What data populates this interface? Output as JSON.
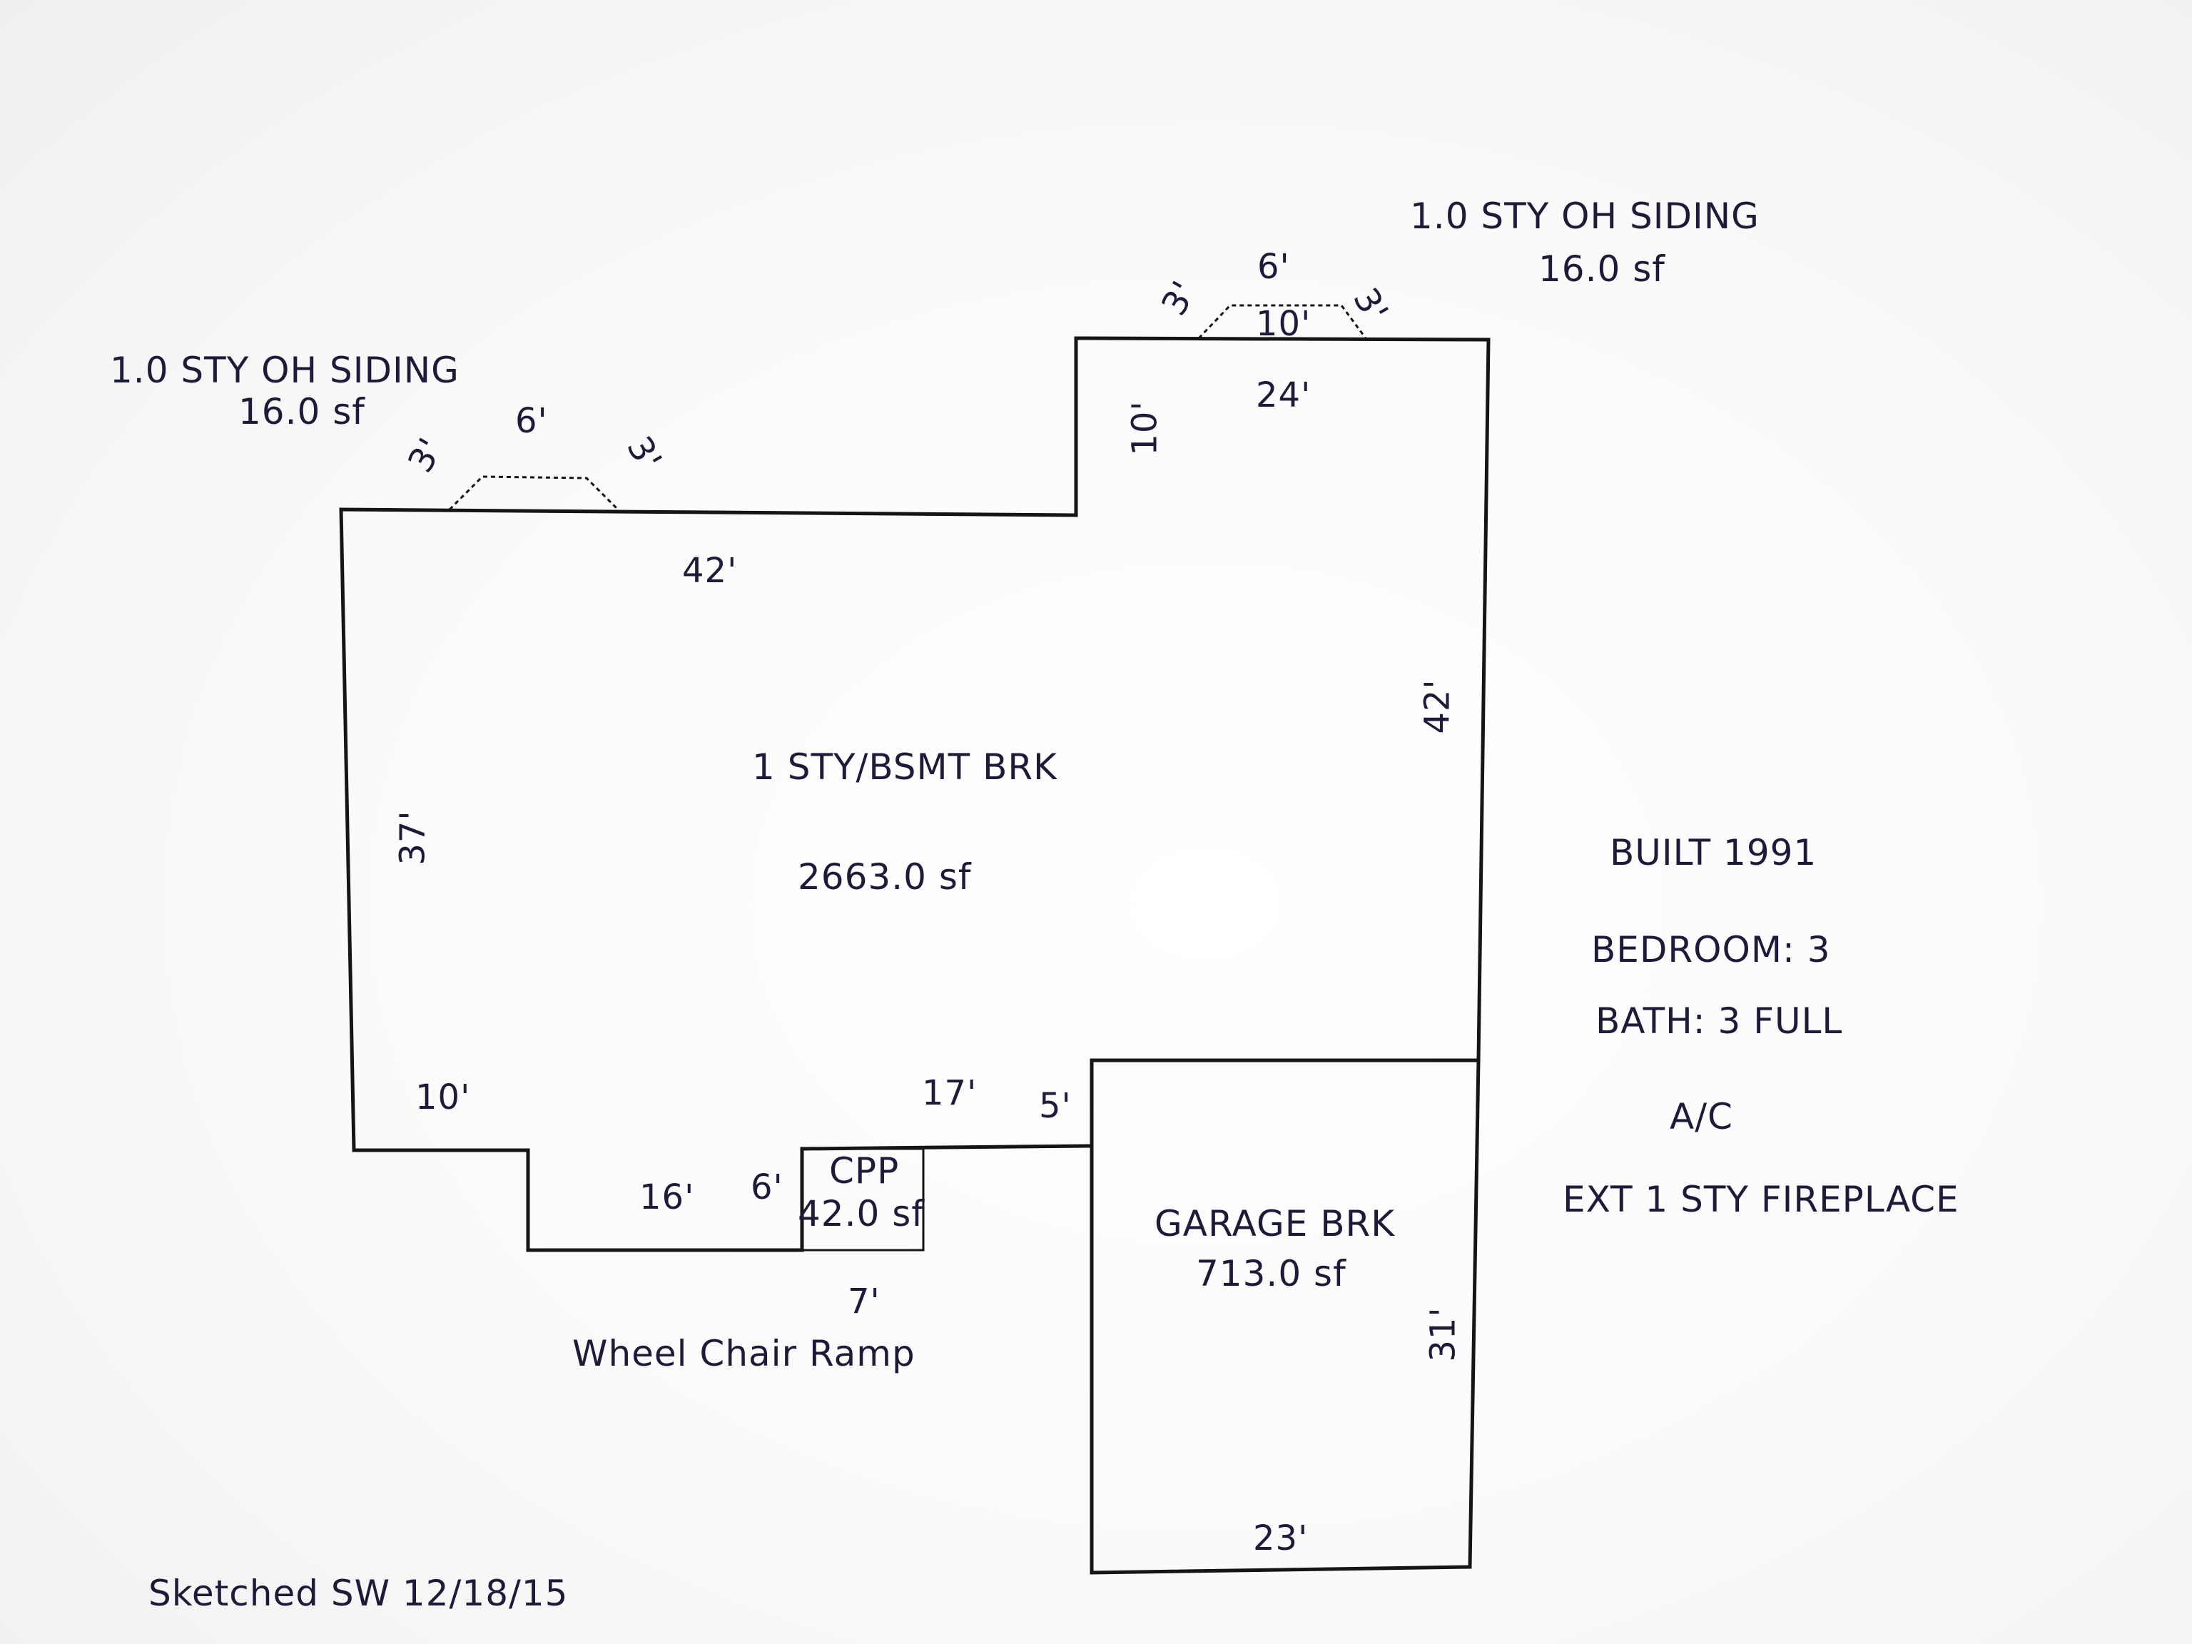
{
  "overhangs": {
    "left": {
      "title": "1.0 STY OH SIDING",
      "area": "16.0 sf",
      "dim_top": "6'",
      "dim_left": "3'",
      "dim_right": "3'"
    },
    "right": {
      "title": "1.0 STY OH SIDING",
      "area": "16.0 sf",
      "dim_top": "6'",
      "dim_left": "3'",
      "dim_right": "3'",
      "dim_base": "10'"
    }
  },
  "main": {
    "name": "1 STY/BSMT BRK",
    "area": "2663.0 sf",
    "dims": {
      "top_left": "42'",
      "upper_top": "24'",
      "step_vertical": "10'",
      "right": "42'",
      "left": "37'",
      "bottom_left": "10'",
      "bottom_mid": "16'",
      "bottom_step": "6'",
      "bottom_right": "17'",
      "garage_step": "5'"
    }
  },
  "porch": {
    "name": "CPP",
    "area": "42.0 sf",
    "dim_bottom": "7'",
    "caption": "Wheel Chair Ramp"
  },
  "garage": {
    "name": "GARAGE BRK",
    "area": "713.0 sf",
    "dim_right": "31'",
    "dim_bottom": "23'"
  },
  "notes": {
    "built": "BUILT 1991",
    "bedroom": "BEDROOM: 3",
    "bath": "BATH: 3 FULL",
    "ac": "A/C",
    "fireplace": "EXT 1 STY FIREPLACE"
  },
  "footer": "Sketched SW 12/18/15"
}
